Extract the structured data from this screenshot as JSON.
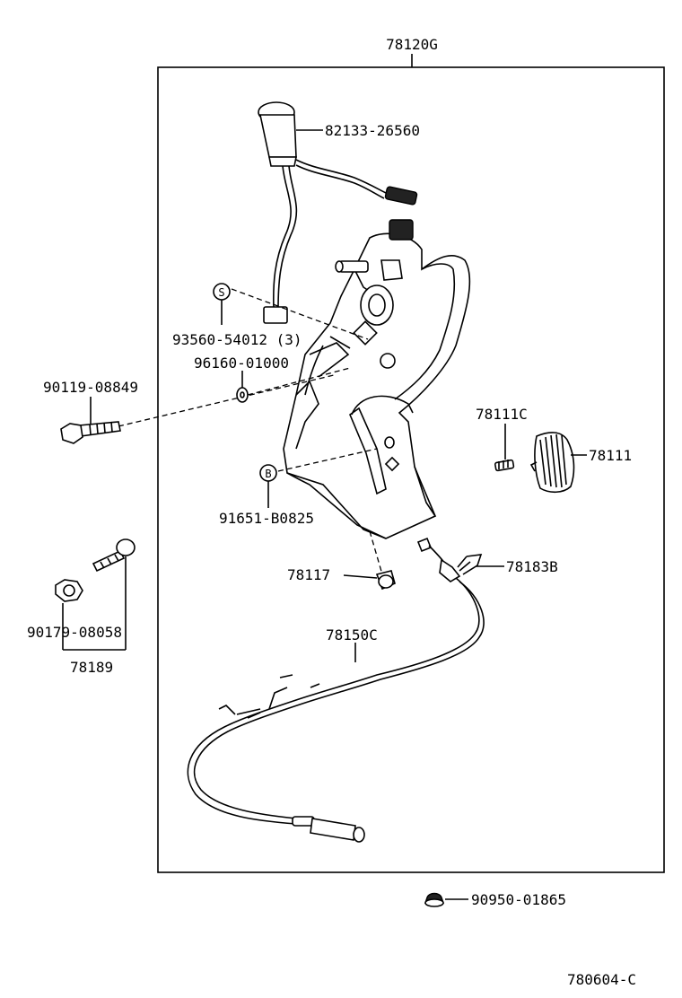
{
  "labels": {
    "assembly": "78120G",
    "sensor": "82133-26560",
    "clamp": "93560-54012 (3)",
    "clamp_symbol": "S",
    "washer": "96160-01000",
    "bolt_left": "90119-08849",
    "bolt_symbol": "B",
    "bolt_b": "91651-B0825",
    "pad_screw": "78111C",
    "pad": "78111",
    "pin": "78117",
    "cable_clip": "78183B",
    "cable": "78150C",
    "nut": "90179-08058",
    "bolt_set": "78189",
    "grommet": "90950-01865",
    "figure_id": "780604-C"
  },
  "icons": {
    "clamp_marker": "circle-s-symbol",
    "bolt_marker": "circle-b-symbol"
  }
}
